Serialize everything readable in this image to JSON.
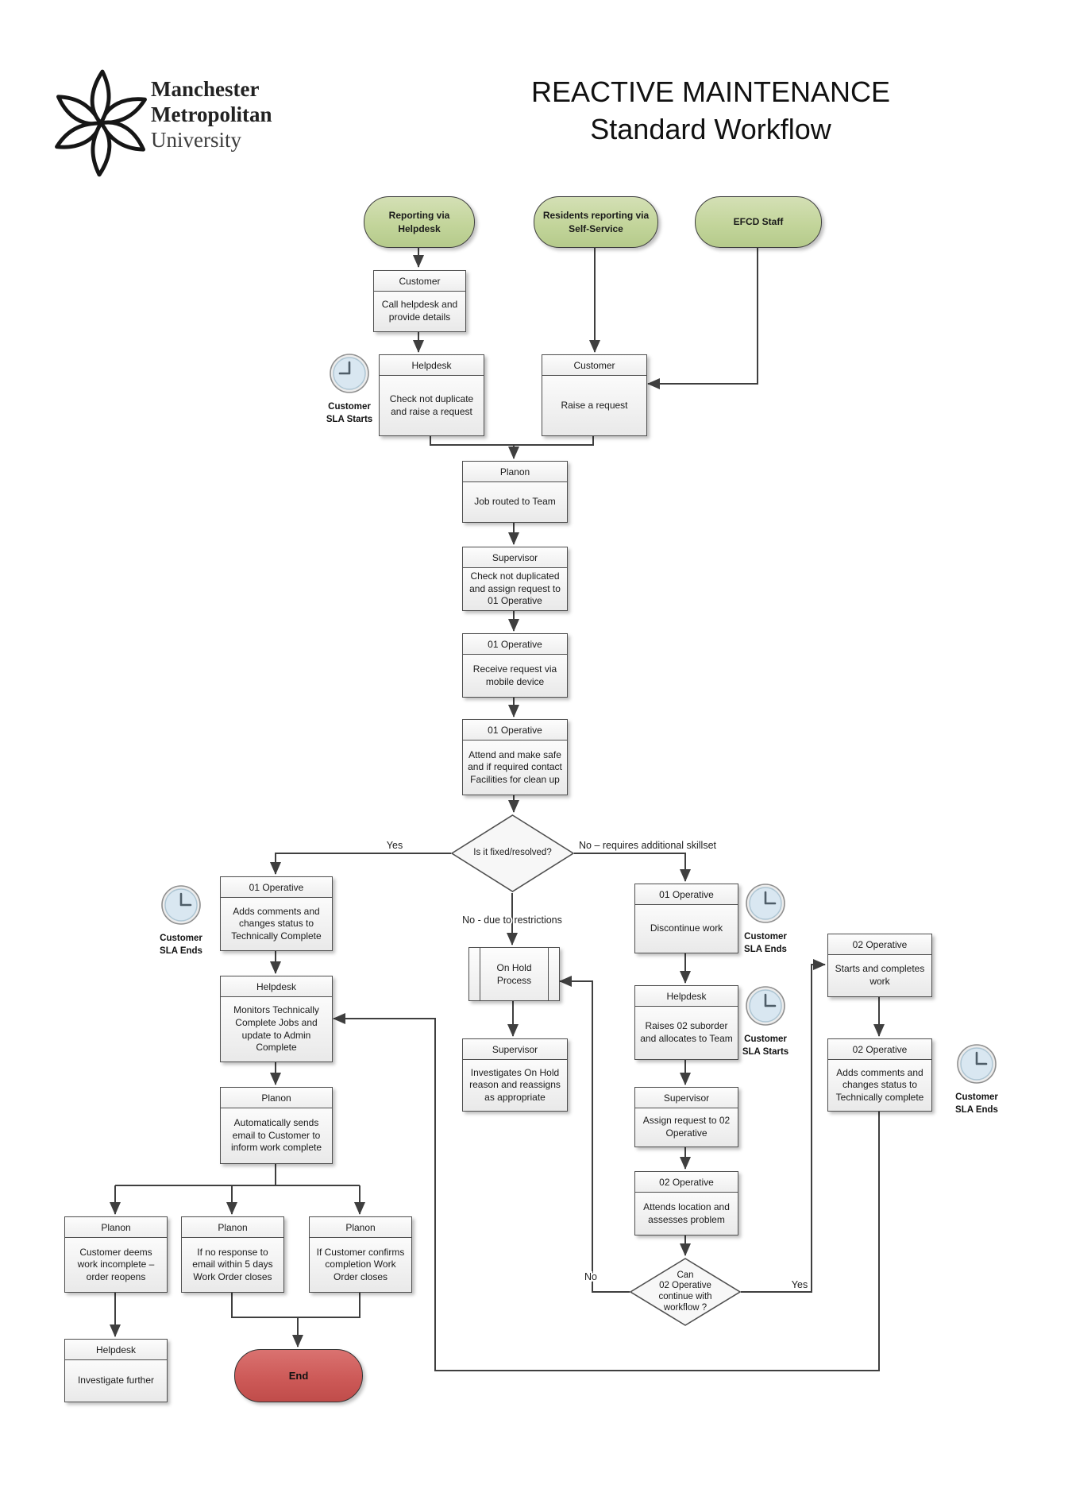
{
  "header": {
    "logo_line1": "Manchester",
    "logo_line2": "Metropolitan",
    "logo_line3": "University",
    "title_line1": "REACTIVE MAINTENANCE",
    "title_line2": "Standard Workflow"
  },
  "colors": {
    "start_node_green": "#c6d79f",
    "end_node_red": "#cd5a58",
    "connector_gray": "#3f3f3f",
    "clock_face_blue": "#d9e7f1",
    "box_border": "#4f4f4f"
  },
  "nodes": {
    "start_reporting_helpdesk": {
      "label": "Reporting via\nHelpdesk"
    },
    "start_residents": {
      "label": "Residents reporting via\nSelf-Service"
    },
    "start_efcd": {
      "label": "EFCD Staff"
    },
    "customer_call": {
      "header": "Customer",
      "body": "Call helpdesk and provide details"
    },
    "helpdesk_check": {
      "header": "Helpdesk",
      "body": "Check not duplicate and raise a request"
    },
    "customer_raise": {
      "header": "Customer",
      "body": "Raise a request"
    },
    "planon_routed": {
      "header": "Planon",
      "body": "Job routed to Team"
    },
    "supervisor_check": {
      "header": "Supervisor",
      "body": "Check not duplicated and assign request to 01 Operative"
    },
    "op1_receive": {
      "header": "01 Operative",
      "body": "Receive request via mobile device"
    },
    "op1_attend": {
      "header": "01 Operative",
      "body": "Attend and make safe and if required contact Facilities for clean up"
    },
    "decision_fixed": {
      "label": "Is it fixed/resolved?"
    },
    "op1_adds": {
      "header": "01 Operative",
      "body": "Adds comments and changes status to Technically Complete"
    },
    "helpdesk_monitors": {
      "header": "Helpdesk",
      "body": "Monitors Technically Complete Jobs and update to Admin Complete"
    },
    "planon_email": {
      "header": "Planon",
      "body": "Automatically sends email to Customer to inform work complete"
    },
    "planon_reopen": {
      "header": "Planon",
      "body": "Customer deems work incomplete – order reopens"
    },
    "planon_no_response": {
      "header": "Planon",
      "body": "If no response to email within 5 days Work Order closes"
    },
    "planon_confirms": {
      "header": "Planon",
      "body": "If Customer confirms completion Work Order closes"
    },
    "helpdesk_investigate": {
      "header": "Helpdesk",
      "body": "Investigate further"
    },
    "end": {
      "label": "End"
    },
    "on_hold": {
      "label": "On Hold\nProcess"
    },
    "supervisor_investigates": {
      "header": "Supervisor",
      "body": "Investigates On Hold reason and reassigns as appropriate"
    },
    "op1_discontinue": {
      "header": "01 Operative",
      "body": "Discontinue work"
    },
    "helpdesk_raises": {
      "header": "Helpdesk",
      "body": "Raises 02 suborder and allocates to Team"
    },
    "supervisor_assign": {
      "header": "Supervisor",
      "body": "Assign request to 02 Operative"
    },
    "op2_attends": {
      "header": "02 Operative",
      "body": "Attends location and assesses problem"
    },
    "decision_continue": {
      "label": "Can\n02 Operative\ncontinue with\nworkflow ?"
    },
    "op2_starts": {
      "header": "02 Operative",
      "body": "Starts and completes work"
    },
    "op2_adds": {
      "header": "02 Operative",
      "body": "Adds comments and changes status to Technically complete"
    }
  },
  "clocks": {
    "sla_starts_top": "Customer\nSLA Starts",
    "sla_ends_left": "Customer\nSLA Ends",
    "sla_ends_right": "Customer\nSLA Ends",
    "sla_starts_right": "Customer\nSLA Starts",
    "sla_ends_far_right": "Customer\nSLA Ends"
  },
  "edge_labels": {
    "yes_fixed": "Yes",
    "no_skillset": "No – requires additional skillset",
    "no_restrictions": "No - due to restrictions",
    "no_continue": "No",
    "yes_continue": "Yes"
  }
}
